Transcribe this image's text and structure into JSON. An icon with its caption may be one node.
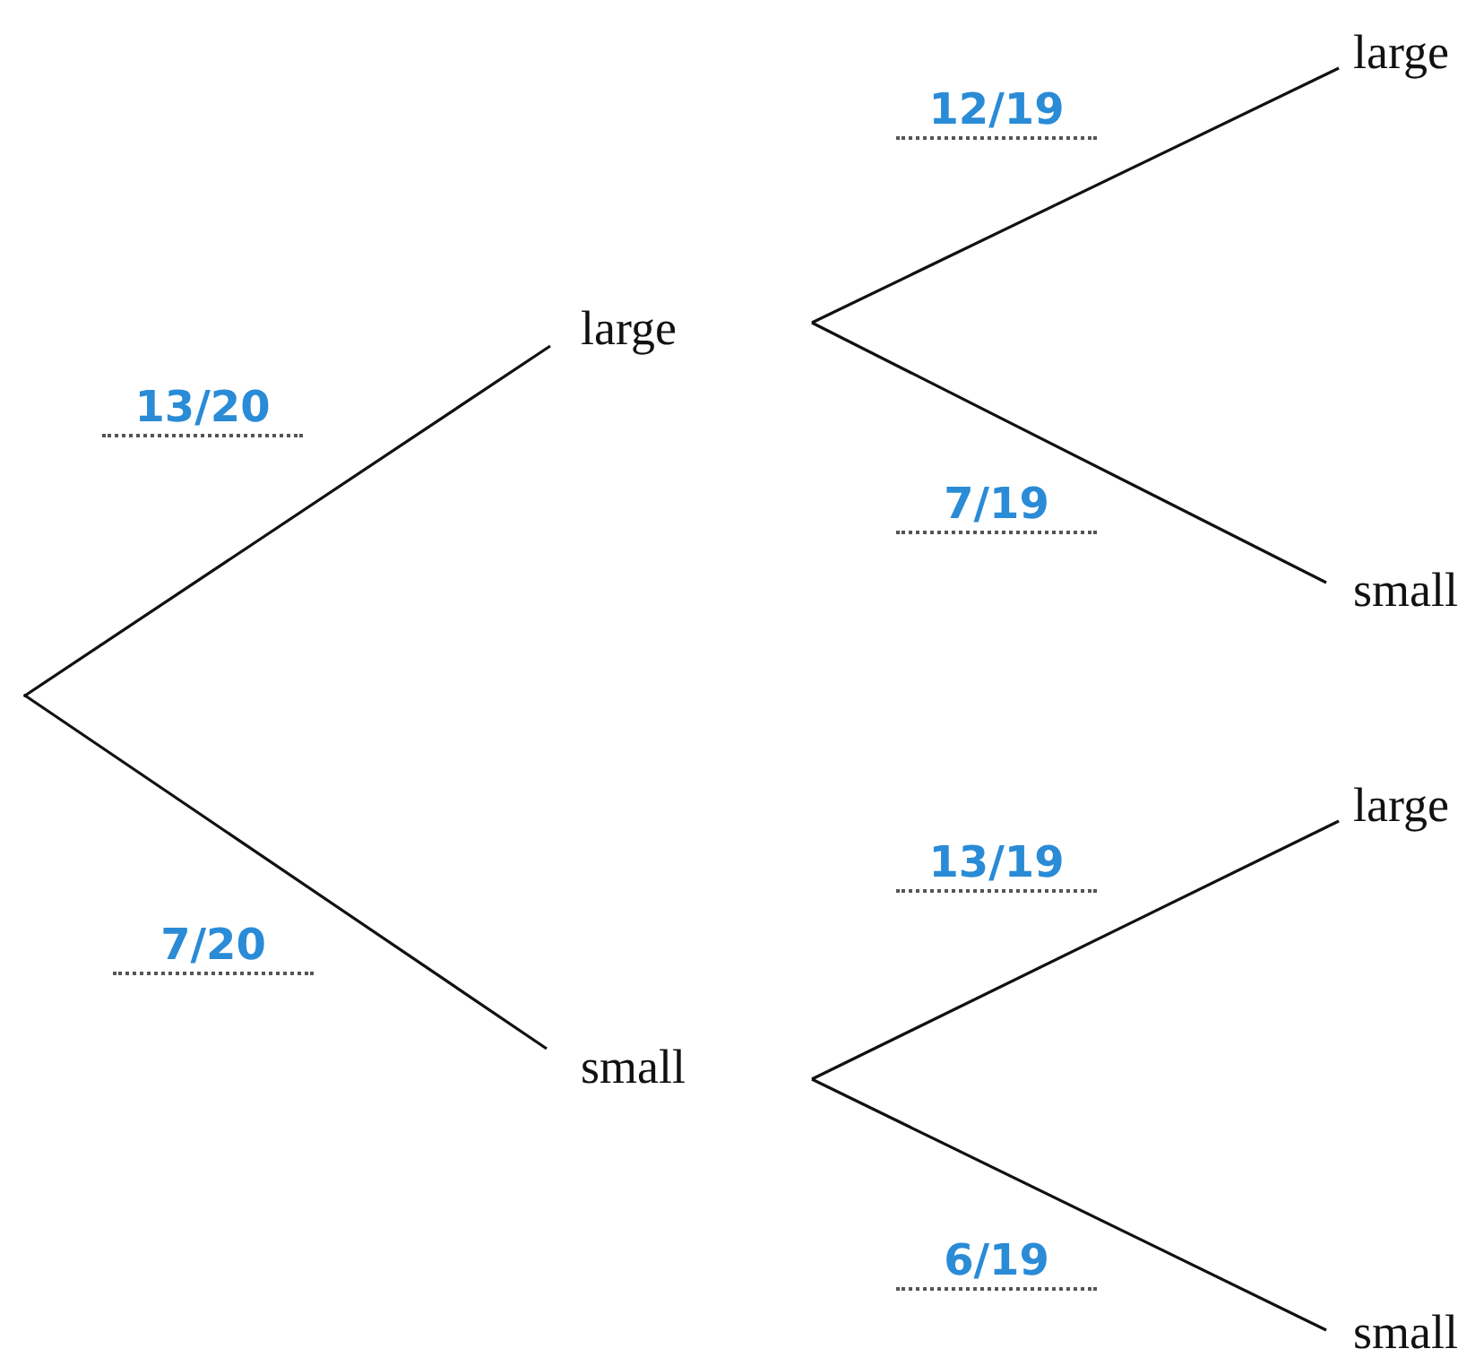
{
  "diagram": {
    "nodes": [
      {
        "text": [],
        "shape": "point"
      },
      {
        "text": [
          "large"
        ]
      },
      {
        "text": [
          "small"
        ]
      },
      {
        "text": [
          "large"
        ]
      },
      {
        "text": [
          "small"
        ]
      },
      {
        "text": [
          "large"
        ]
      },
      {
        "text": [
          "small"
        ]
      }
    ],
    "edges": [
      {
        "from": 0,
        "to": 1,
        "arrow": "none",
        "label": "13/20"
      },
      {
        "from": 0,
        "to": 2,
        "arrow": "none",
        "label": "7/20"
      },
      {
        "from": 1,
        "to": 3,
        "arrow": "none",
        "label": "12/19"
      },
      {
        "from": 1,
        "to": 4,
        "arrow": "none",
        "label": "7/19"
      },
      {
        "from": 2,
        "to": 5,
        "arrow": "none",
        "label": "13/19"
      },
      {
        "from": 2,
        "to": 6,
        "arrow": "none",
        "label": "6/19"
      }
    ]
  }
}
